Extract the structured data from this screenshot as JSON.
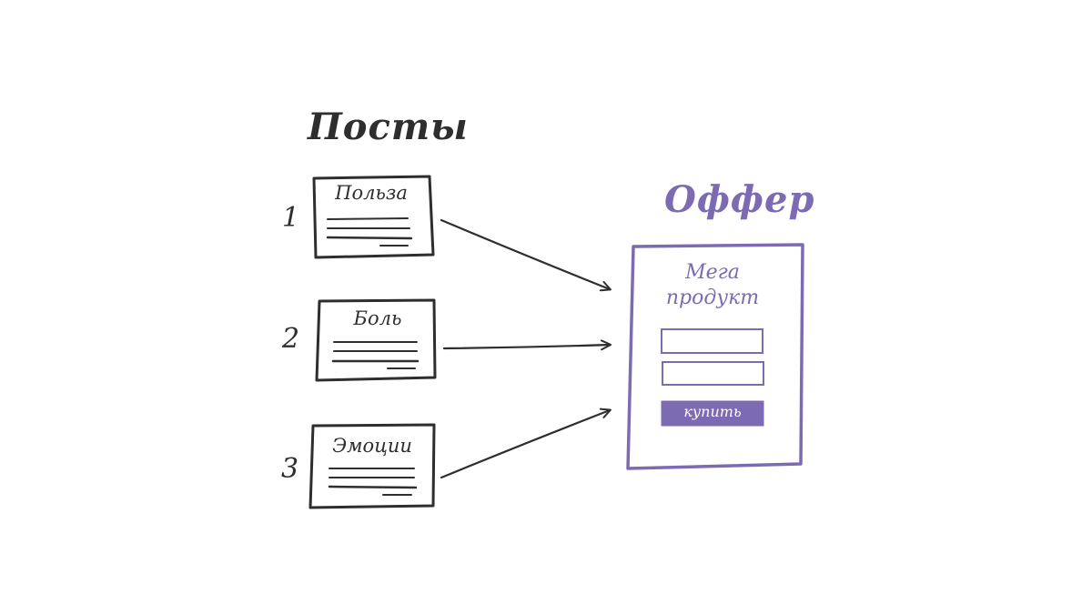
{
  "posts_section": {
    "title": "Посты",
    "items": [
      {
        "number": "1",
        "title": "Польза"
      },
      {
        "number": "2",
        "title": "Боль"
      },
      {
        "number": "3",
        "title": "Эмоции"
      }
    ]
  },
  "offer": {
    "title": "Оффер",
    "product_line1": "Мега",
    "product_line2": "продукт",
    "buy_label": "купить"
  },
  "colors": {
    "ink": "#2e2e2e",
    "accent": "#7c6bb3"
  }
}
